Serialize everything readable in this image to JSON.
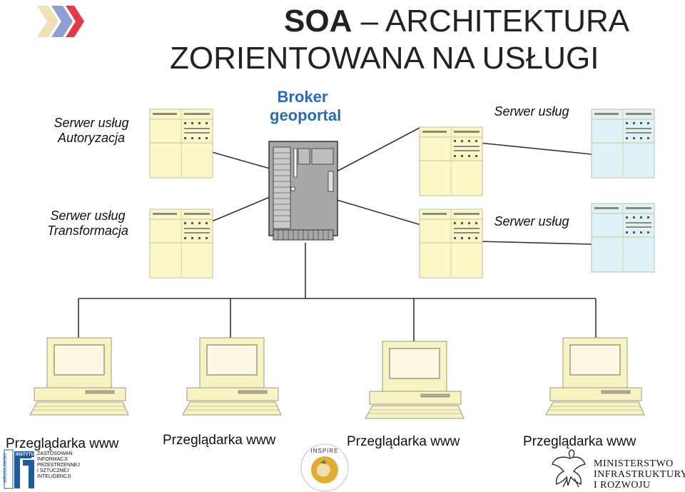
{
  "title": {
    "line1_bold": "SOA",
    "line1_rest": " – ARCHITEKTURA",
    "line2": "ZORIENTOWANA NA USŁUGI"
  },
  "broker": {
    "line1": "Broker",
    "line2": "geoportal"
  },
  "servers": {
    "auth": {
      "line1": "Serwer usług",
      "line2": "Autoryzacja"
    },
    "transform": {
      "line1": "Serwer usług",
      "line2": "Transformacja"
    },
    "service_top": "Serwer usług",
    "service_bottom": "Serwer usług"
  },
  "browsers": [
    "Przeglądarka www",
    "Przeglądarka www",
    "Przeglądarka www",
    "Przeglądarka www"
  ],
  "logos": {
    "institute": {
      "vertical": "WROCŁAWSKI",
      "badge": "INSTYTUT",
      "lines": [
        "ZASTOSOWAŃ",
        "INFORMACJI",
        "PRZESTRZENNEJ",
        "I SZTUCZNEJ",
        "INTELIGENCJI"
      ]
    },
    "inspire": "INSPIRE",
    "ministry": [
      "MINISTERSTWO",
      "INFRASTRUKTURY",
      "I ROZWOJU"
    ]
  },
  "colors": {
    "server_yellow": "#fbf7c6",
    "server_blue": "#dff2f7",
    "central_gray": "#a7a7a7",
    "pc_beige": "#f7f3c3",
    "accent_blue": "#2a6ab5"
  }
}
